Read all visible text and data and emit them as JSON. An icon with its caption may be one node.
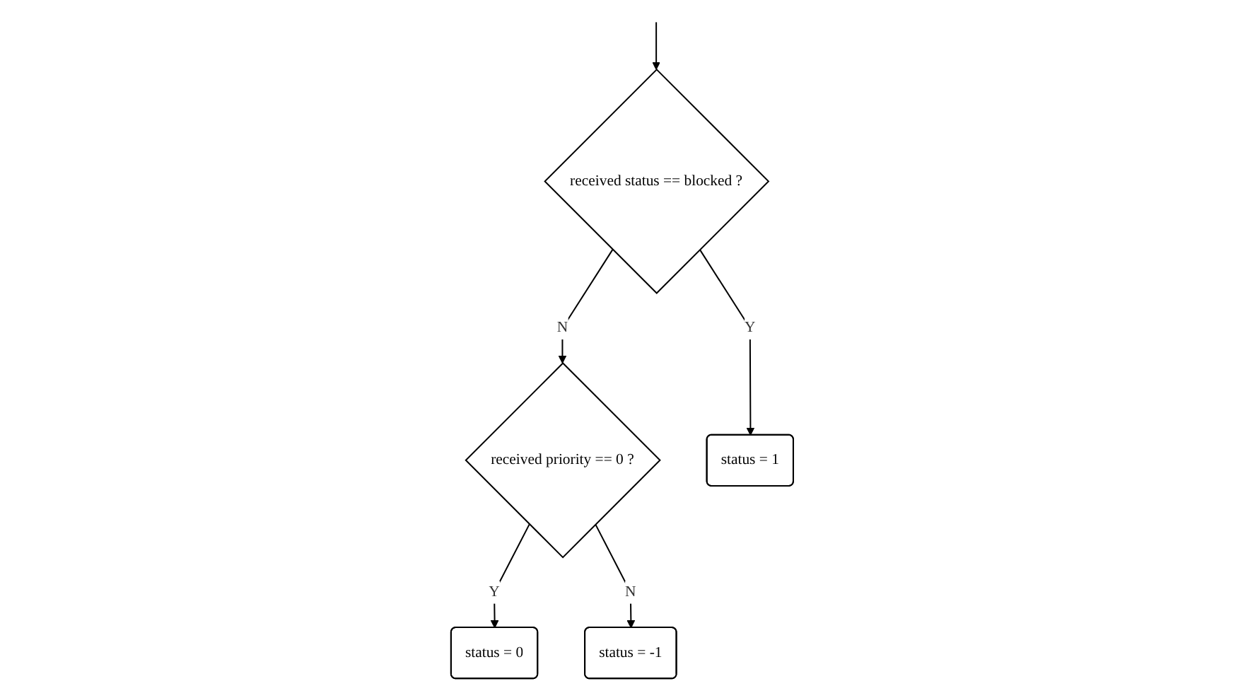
{
  "diagram": {
    "nodes": [
      {
        "text": [
          "received status == blocked ?"
        ]
      },
      {
        "text": [
          "received priority == 0 ?"
        ]
      },
      {
        "text": [
          "status = 0"
        ]
      },
      {
        "text": [
          "status = -1"
        ]
      },
      {
        "text": [
          "status = 1"
        ]
      }
    ],
    "edges": [
      {
        "from": null,
        "to": 0,
        "arrow": "to"
      },
      {
        "from": 0,
        "to": 4,
        "label": "Y",
        "arrow": "to"
      },
      {
        "from": 0,
        "to": 1,
        "label": "N",
        "arrow": "to"
      },
      {
        "from": 1,
        "to": 2,
        "label": "Y",
        "arrow": "to"
      },
      {
        "from": 1,
        "to": 3,
        "label": "N",
        "arrow": "to"
      }
    ]
  }
}
